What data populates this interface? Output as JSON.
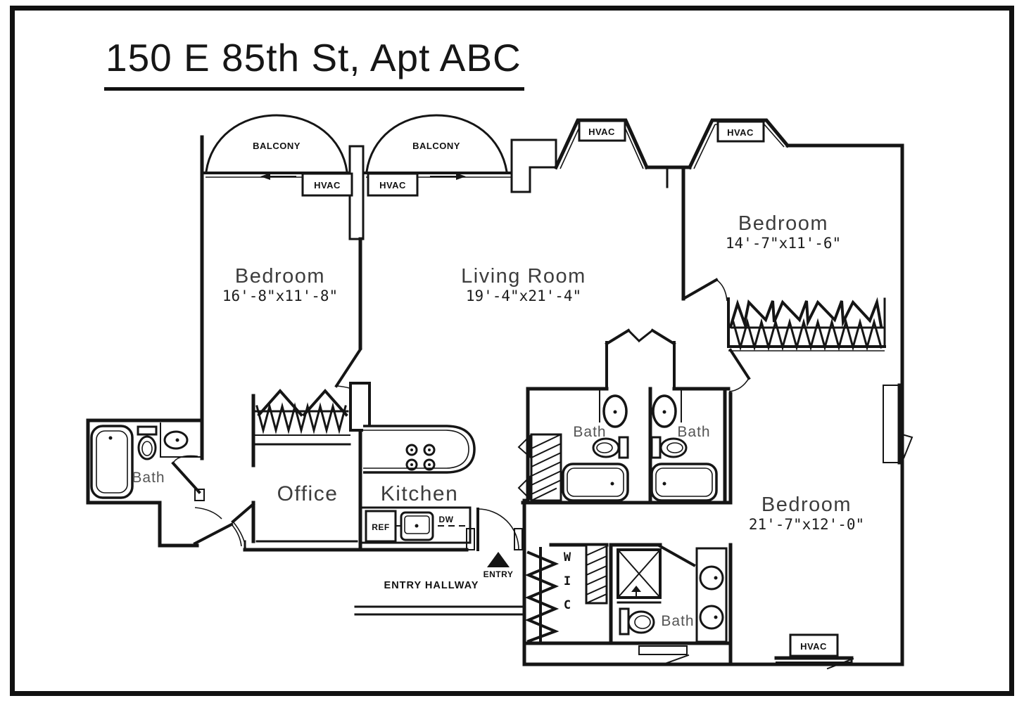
{
  "page": {
    "title": "150 E 85th St, Apt ABC"
  },
  "rooms": {
    "bedroom_left": {
      "name": "Bedroom",
      "dims": "16'-8\"x11'-8\""
    },
    "living_room": {
      "name": "Living Room",
      "dims": "19'-4\"x21'-4\""
    },
    "bedroom_right": {
      "name": "Bedroom",
      "dims": "14'-7\"x11'-6\""
    },
    "bedroom_master": {
      "name": "Bedroom",
      "dims": "21'-7\"x12'-0\""
    },
    "office": {
      "name": "Office"
    },
    "kitchen": {
      "name": "Kitchen"
    },
    "bath_left": {
      "name": "Bath"
    },
    "bath_mid_left": {
      "name": "Bath"
    },
    "bath_mid_right": {
      "name": "Bath"
    },
    "bath_master": {
      "name": "Bath"
    },
    "entry_hallway": {
      "name": "ENTRY HALLWAY"
    },
    "wic": {
      "w": "W",
      "i": "I",
      "c": "C"
    }
  },
  "labels": {
    "balcony": "BALCONY",
    "hvac": "HVAC",
    "entry": "ENTRY",
    "ref": "REF",
    "dw": "DW"
  },
  "colors": {
    "ink": "#151515",
    "paper": "#ffffff"
  }
}
